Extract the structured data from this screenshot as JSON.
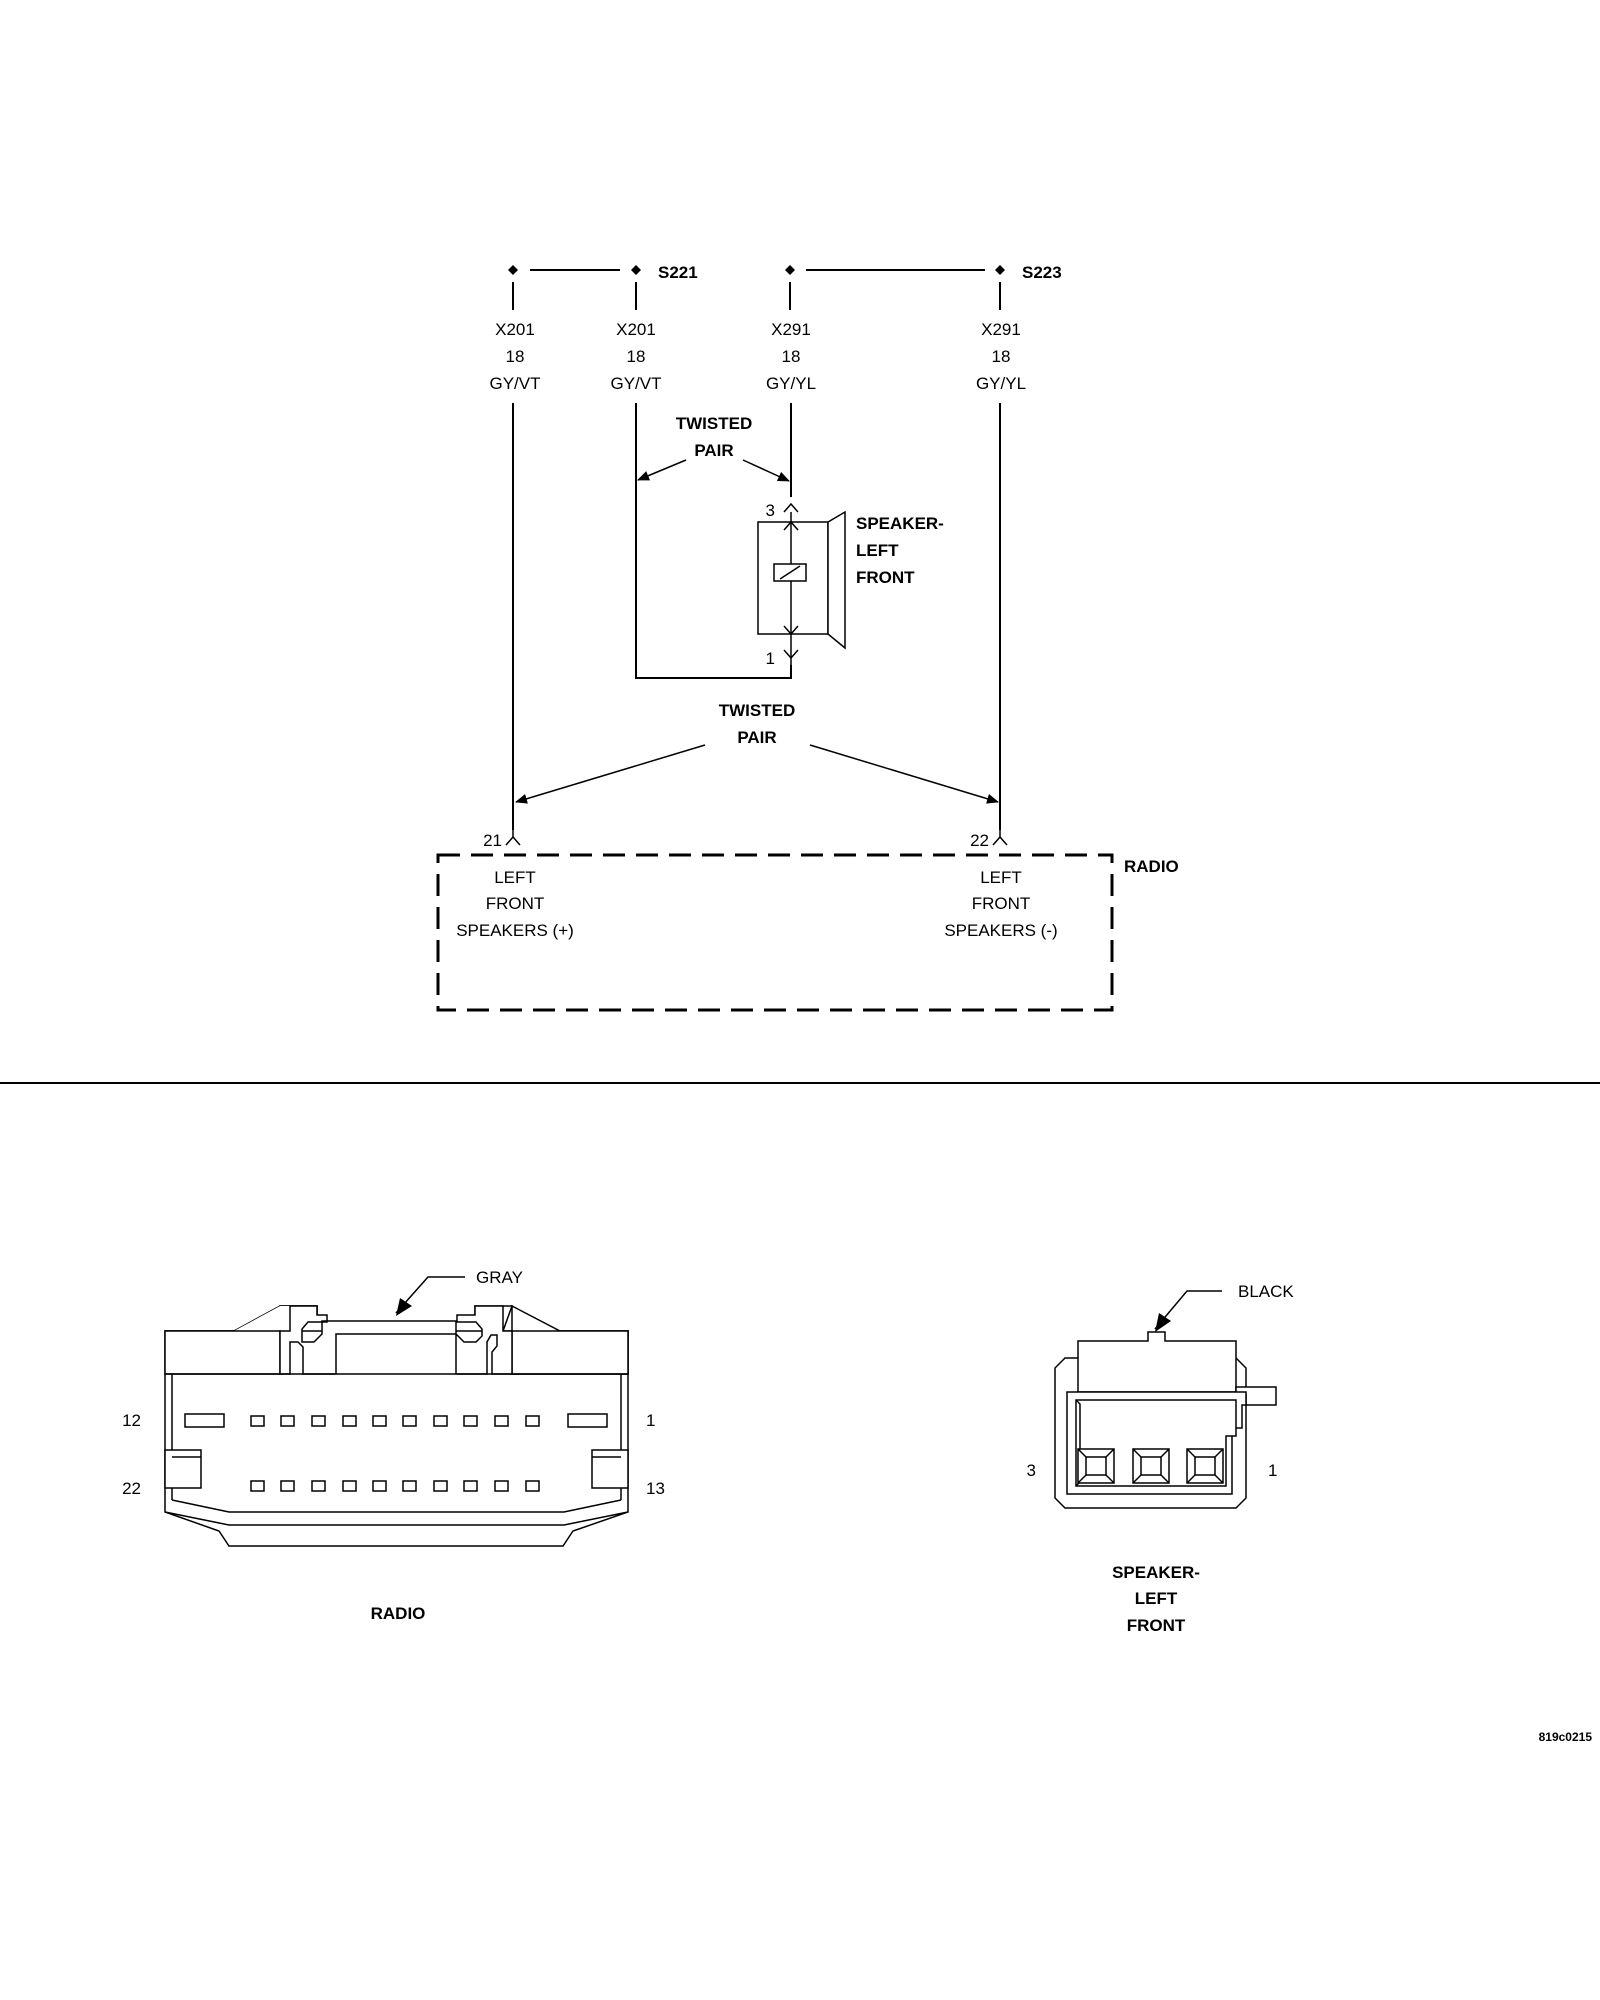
{
  "splices": {
    "left_label": "S221",
    "right_label": "S223"
  },
  "wires": [
    {
      "circuit": "X201",
      "gauge": "18",
      "color": "GY/VT"
    },
    {
      "circuit": "X201",
      "gauge": "18",
      "color": "GY/VT"
    },
    {
      "circuit": "X291",
      "gauge": "18",
      "color": "GY/YL"
    },
    {
      "circuit": "X291",
      "gauge": "18",
      "color": "GY/YL"
    }
  ],
  "twisted_pair_upper": {
    "line1": "TWISTED",
    "line2": "PAIR"
  },
  "twisted_pair_lower": {
    "line1": "TWISTED",
    "line2": "PAIR"
  },
  "speaker": {
    "line1": "SPEAKER-",
    "line2": "LEFT",
    "line3": "FRONT",
    "pin_top": "3",
    "pin_bottom": "1"
  },
  "radio": {
    "label": "RADIO",
    "pin_left": "21",
    "pin_right": "22",
    "left_func": {
      "line1": "LEFT",
      "line2": "FRONT",
      "line3": "SPEAKERS (+)"
    },
    "right_func": {
      "line1": "LEFT",
      "line2": "FRONT",
      "line3": "SPEAKERS (-)"
    }
  },
  "radio_connector": {
    "color_label": "GRAY",
    "title": "RADIO",
    "pin_top_left": "12",
    "pin_top_right": "1",
    "pin_bottom_left": "22",
    "pin_bottom_right": "13"
  },
  "speaker_connector": {
    "color_label": "BLACK",
    "pin_left": "3",
    "pin_right": "1",
    "title_line1": "SPEAKER-",
    "title_line2": "LEFT",
    "title_line3": "FRONT"
  },
  "figure_id": "819c0215"
}
